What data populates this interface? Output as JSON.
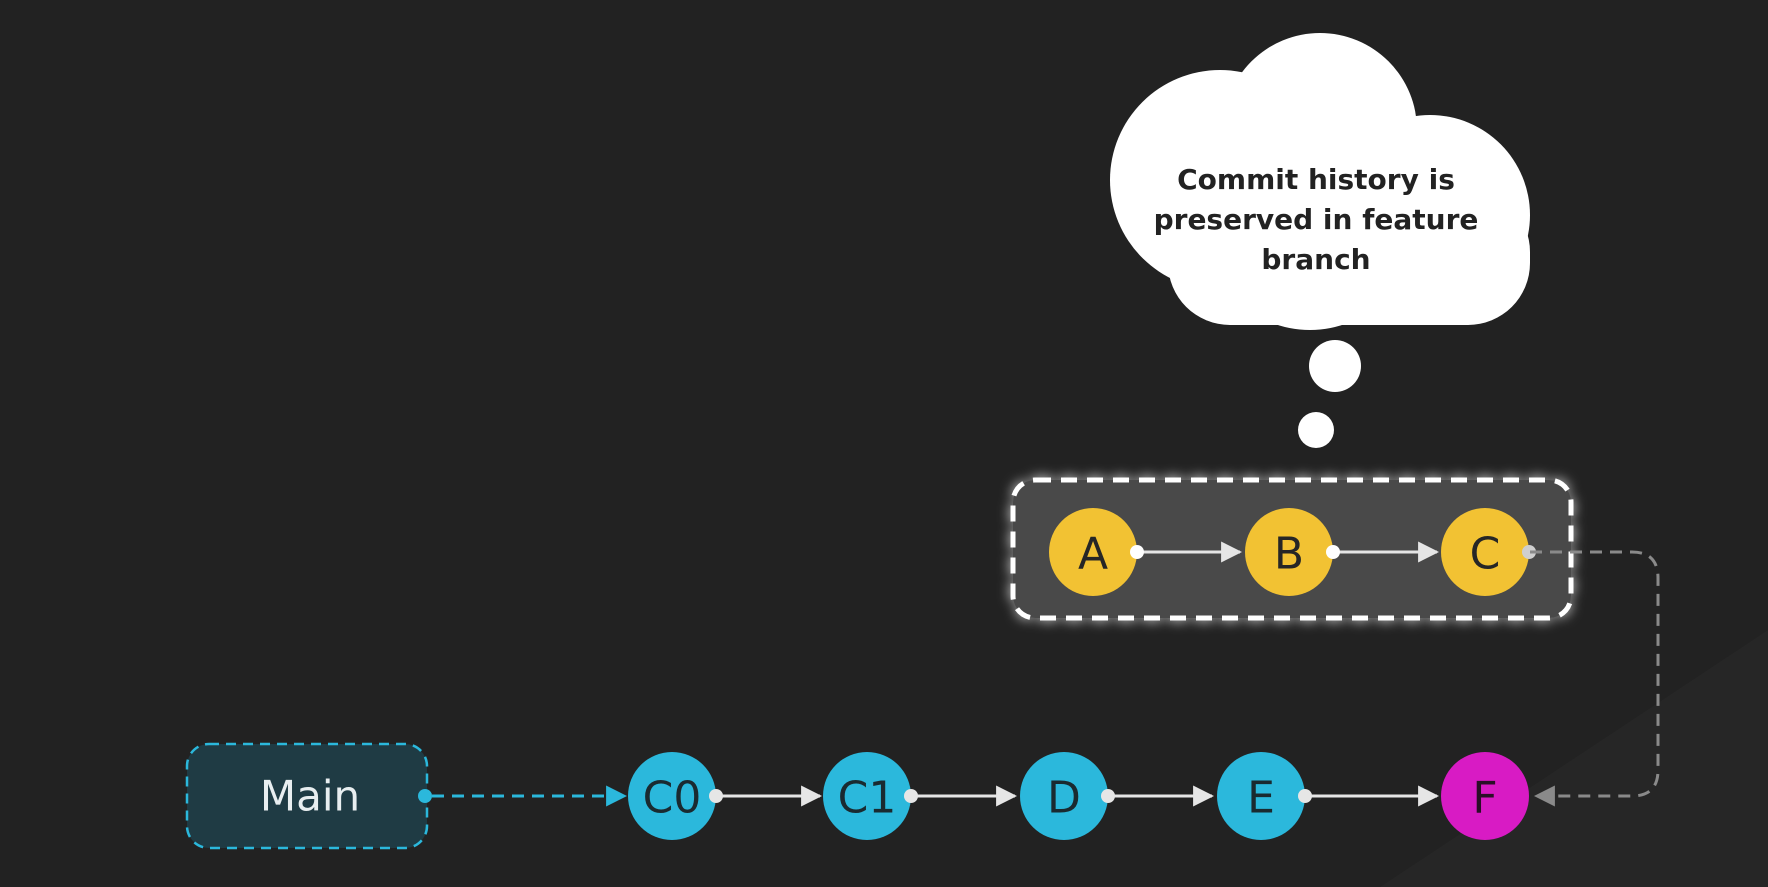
{
  "main_branch": {
    "label": "Main",
    "commits": [
      "C0",
      "C1",
      "D",
      "E"
    ],
    "merge_commit": "F"
  },
  "feature_branch": {
    "commits": [
      "A",
      "B",
      "C"
    ]
  },
  "thought_bubble": {
    "lines": [
      "Commit history is",
      "preserved in feature",
      "branch"
    ]
  },
  "colors": {
    "background": "#222222",
    "main_commit": "#2bb8dc",
    "feature_commit": "#f2c233",
    "merge_commit": "#d81bc4",
    "main_box_fill": "#1f3b44",
    "main_box_border": "#2bb8dc",
    "arrow": "#e6e6e6",
    "merge_line": "#8a8a8a"
  }
}
